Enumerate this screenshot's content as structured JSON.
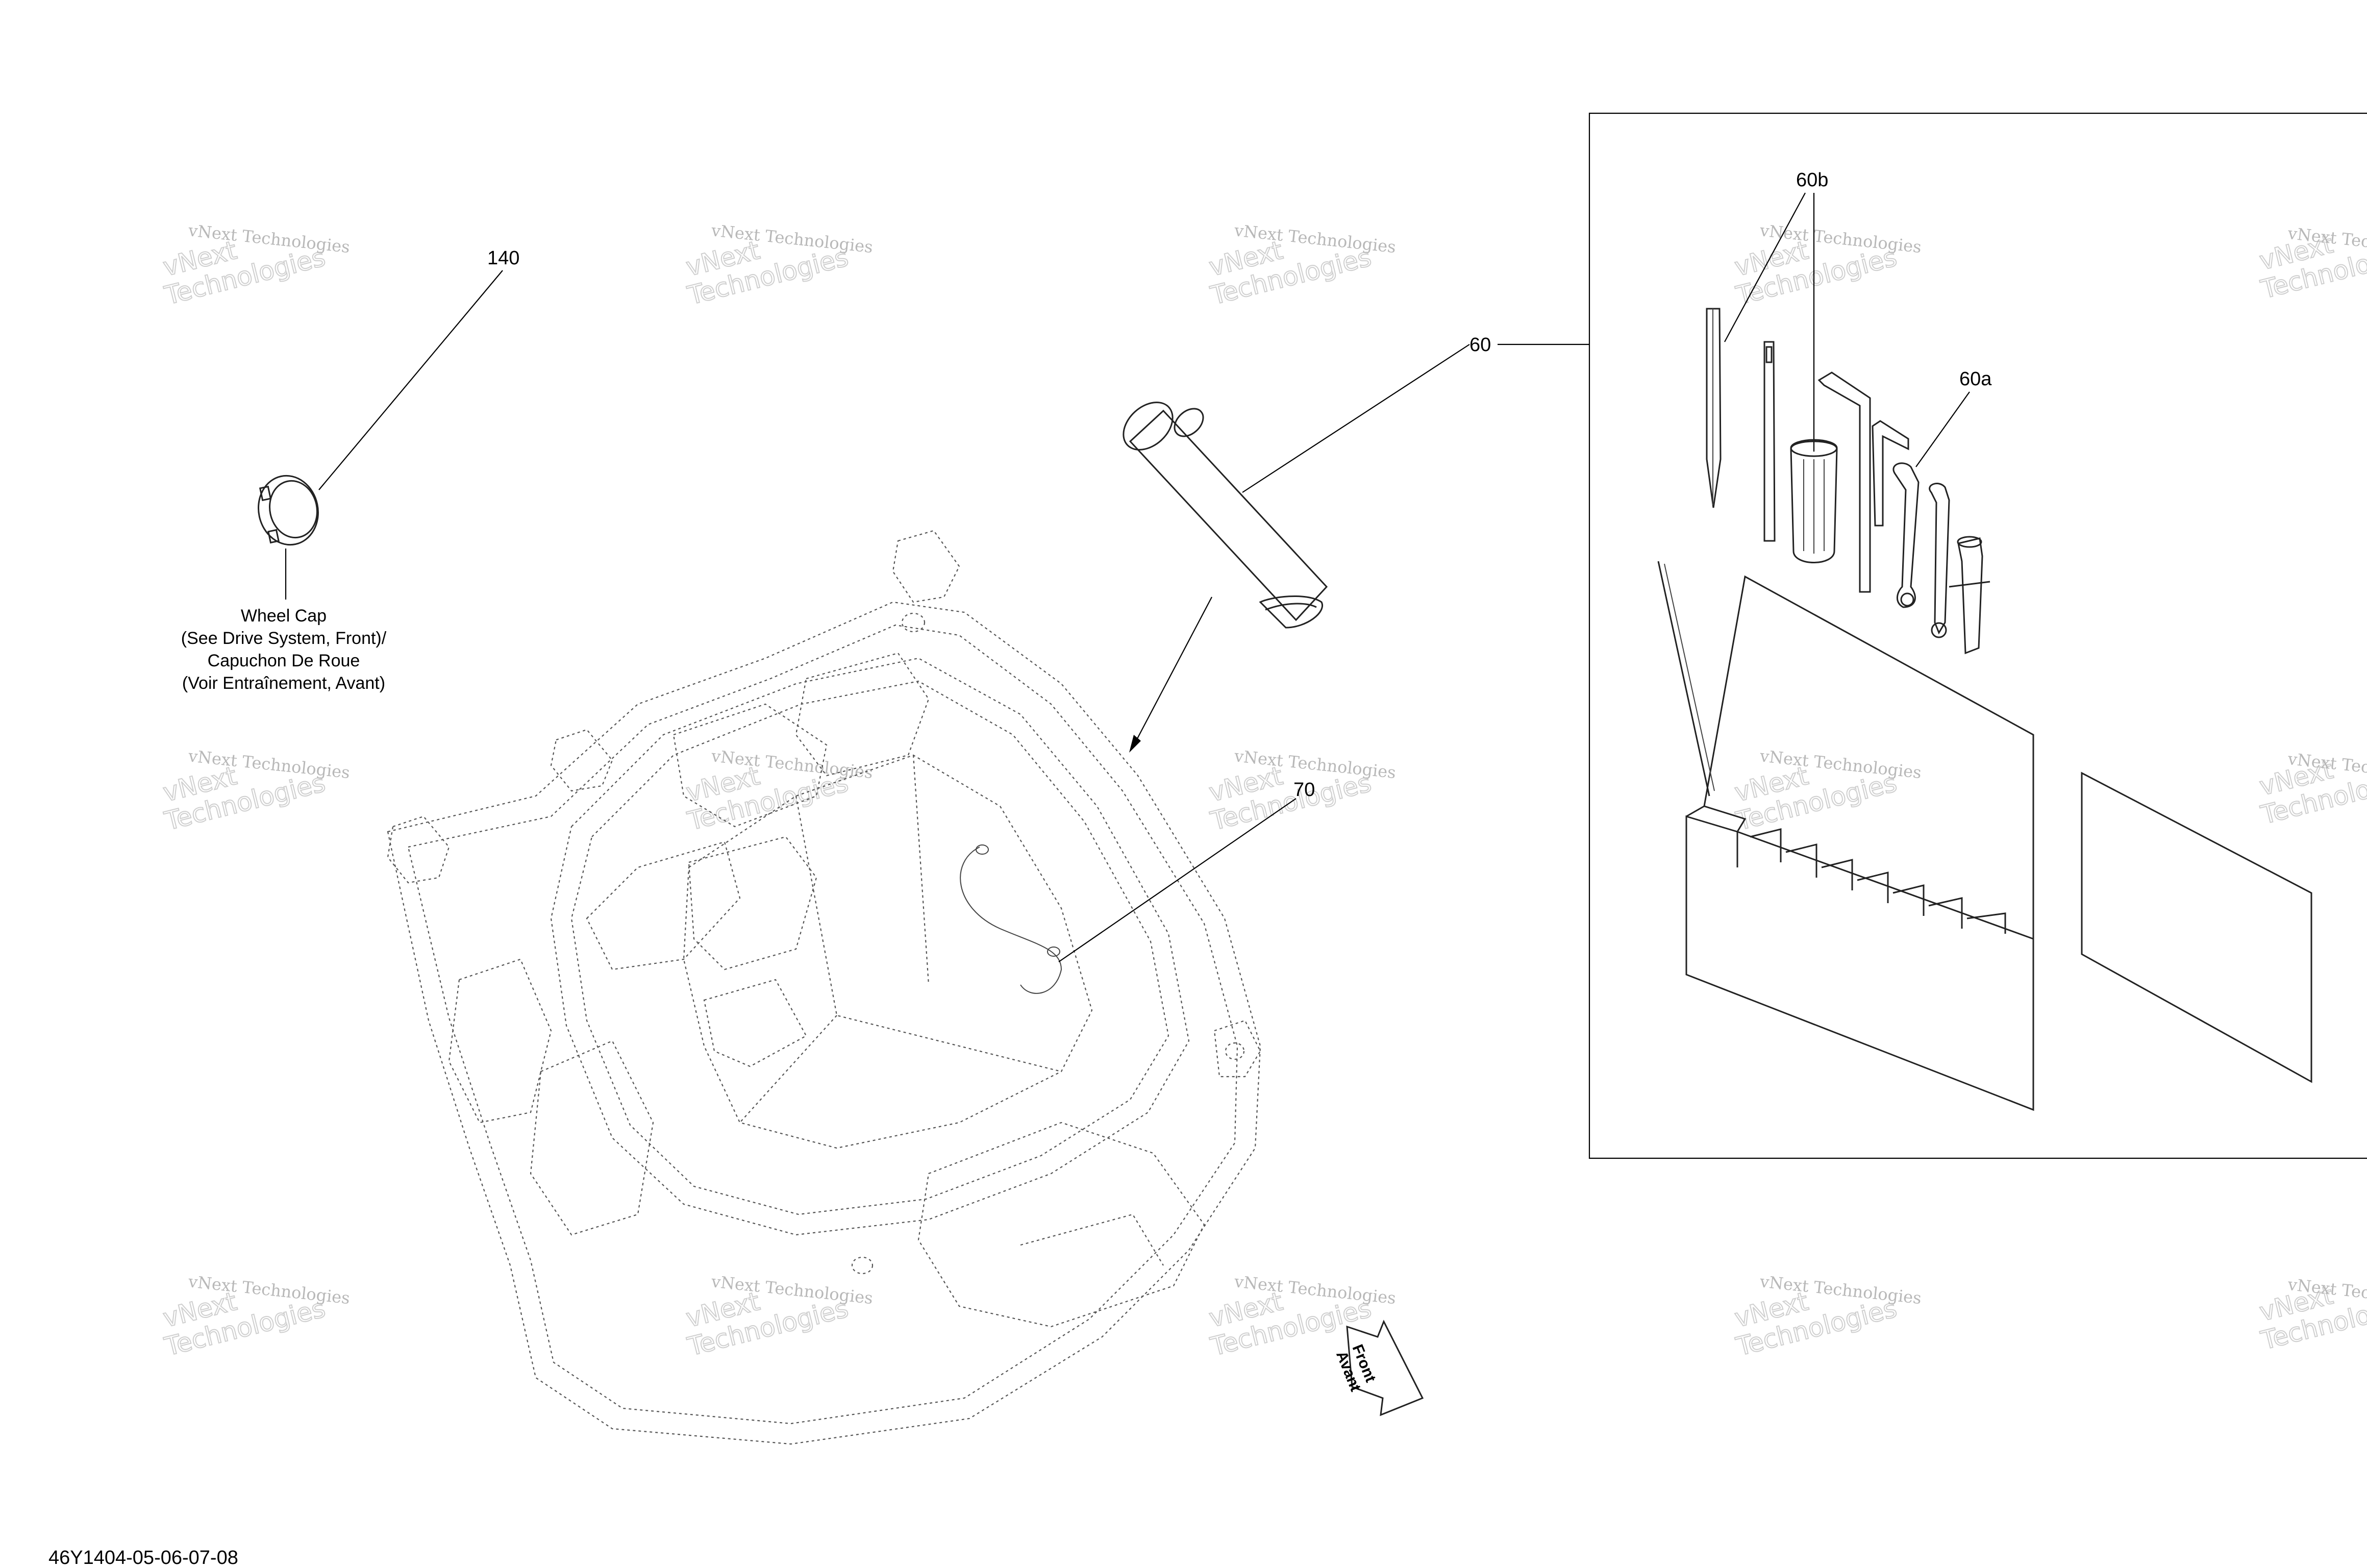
{
  "callouts": {
    "c140": "140",
    "c60": "60",
    "c60a": "60a",
    "c60b": "60b",
    "c70": "70"
  },
  "wheel_cap_note": [
    "Wheel Cap",
    "(See Drive System, Front)/",
    "Capuchon De Roue",
    "(Voir Entraînement, Avant)"
  ],
  "front_arrow": {
    "line1": "Front",
    "line2": "Avant"
  },
  "document_number": "46Y1404-05-06-07-08",
  "watermark": {
    "line1": "vNext Technologies",
    "line2": "vNext",
    "line3": "Technologies"
  }
}
